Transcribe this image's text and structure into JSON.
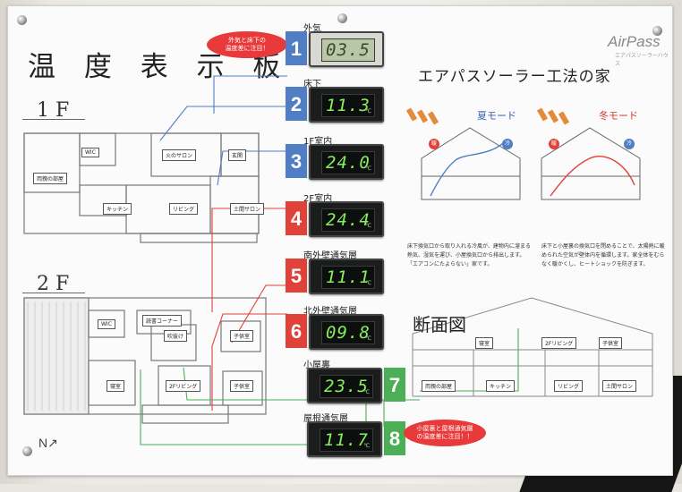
{
  "board": {
    "title": "温 度 表 示 板",
    "floor1": "1 F",
    "floor2": "2 F",
    "callout_top": "外気と床下の\n温度差に注目！",
    "callout_bottom": "小屋裏と屋根通気層\nの温度差に注目！！",
    "brand": "AirPass",
    "brand_sub": "エアパスソーラーハウス",
    "headline": "エアパスソーラー工法の家",
    "summer_mode": "夏モード",
    "winter_mode": "冬モード",
    "summer_desc": "床下換気口から取り入れる冷風が、建物内に溜まる熱気、湿気を運び、小屋換気口から排出します。「エアコンにたよらない」家です。",
    "winter_desc": "床下と小屋裏の換気口を閉めることで、太陽熱に暖められた空気が壁体内を循環します。家全体をむらなく暖かくし、ヒートショックを防ぎます。",
    "section_title": "断面図",
    "north": "N"
  },
  "rooms_1f": [
    "WIC",
    "両親の部屋",
    "火のサロン",
    "玄関",
    "キッチン",
    "リビング",
    "土間サロン"
  ],
  "rooms_2f": [
    "WIC",
    "読書コーナー",
    "吹抜け",
    "子供室",
    "寝室",
    "2Fリビング",
    "子供室"
  ],
  "rooms_section": [
    "寝室",
    "2Fリビング",
    "子供室",
    "両親の部屋",
    "キッチン",
    "リビング",
    "土間サロン"
  ],
  "sensors": [
    {
      "no": "1",
      "label": "外気",
      "value": "03.5",
      "unit": "℃",
      "color": "#4f7ec4"
    },
    {
      "no": "2",
      "label": "床下",
      "value": "11.3",
      "unit": "℃",
      "color": "#4f7ec4"
    },
    {
      "no": "3",
      "label": "1F室内",
      "value": "24.0",
      "unit": "℃",
      "color": "#4f7ec4"
    },
    {
      "no": "4",
      "label": "2F室内",
      "value": "24.4",
      "unit": "℃",
      "color": "#e0423a"
    },
    {
      "no": "5",
      "label": "南外壁通気層",
      "value": "11.1",
      "unit": "℃",
      "color": "#e0423a"
    },
    {
      "no": "6",
      "label": "北外壁通気層",
      "value": "09.8",
      "unit": "℃",
      "color": "#e0423a"
    },
    {
      "no": "7",
      "label": "小屋裏",
      "value": "23.5",
      "unit": "℃",
      "color": "#4caf55"
    },
    {
      "no": "8",
      "label": "屋根通気層",
      "value": "11.7",
      "unit": "℃",
      "color": "#4caf55"
    }
  ]
}
